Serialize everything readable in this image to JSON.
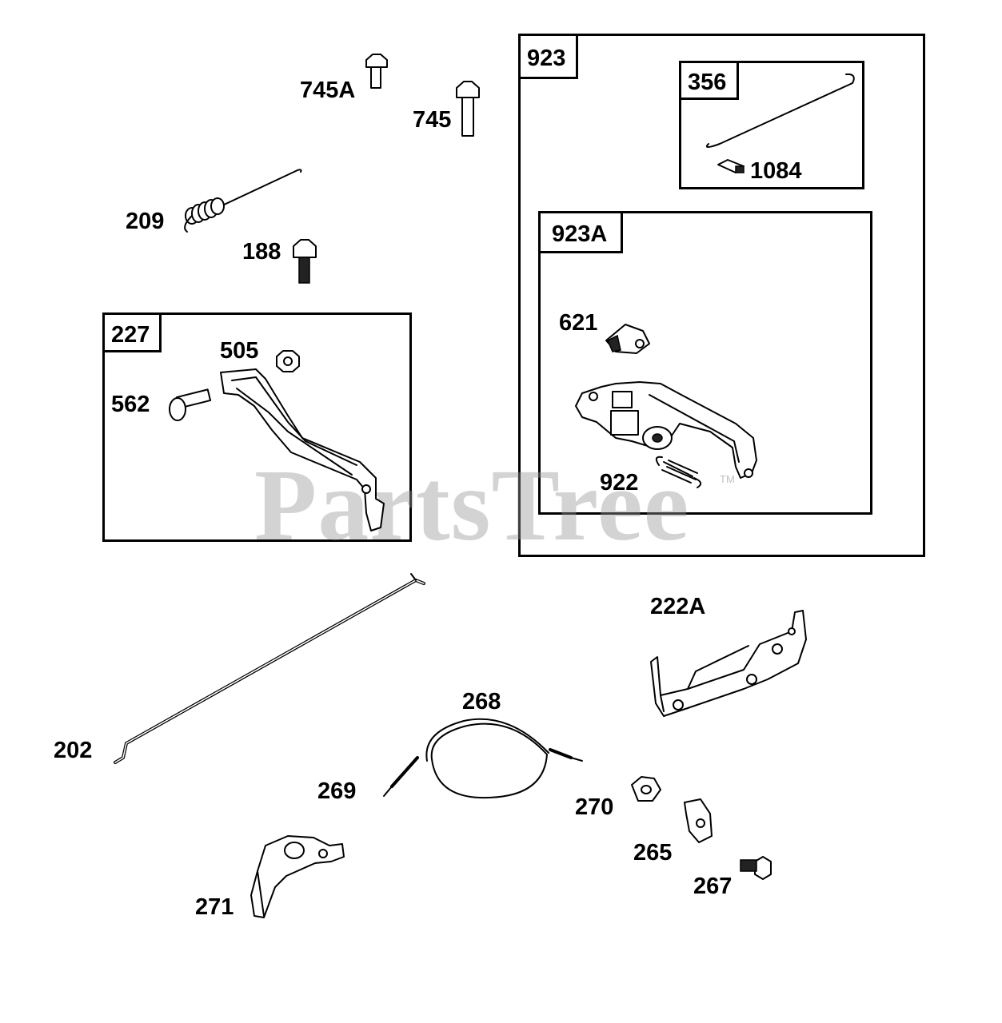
{
  "watermark": {
    "text": "PartsTree",
    "trademark": "TM"
  },
  "boxes": {
    "b923": "923",
    "b356": "356",
    "b923a": "923A",
    "b227": "227"
  },
  "labels": {
    "p745a": "745A",
    "p745": "745",
    "p209": "209",
    "p188": "188",
    "p505": "505",
    "p562": "562",
    "p1084": "1084",
    "p621": "621",
    "p922": "922",
    "p222a": "222A",
    "p202": "202",
    "p268": "268",
    "p269": "269",
    "p270": "270",
    "p265": "265",
    "p267": "267",
    "p271": "271"
  }
}
